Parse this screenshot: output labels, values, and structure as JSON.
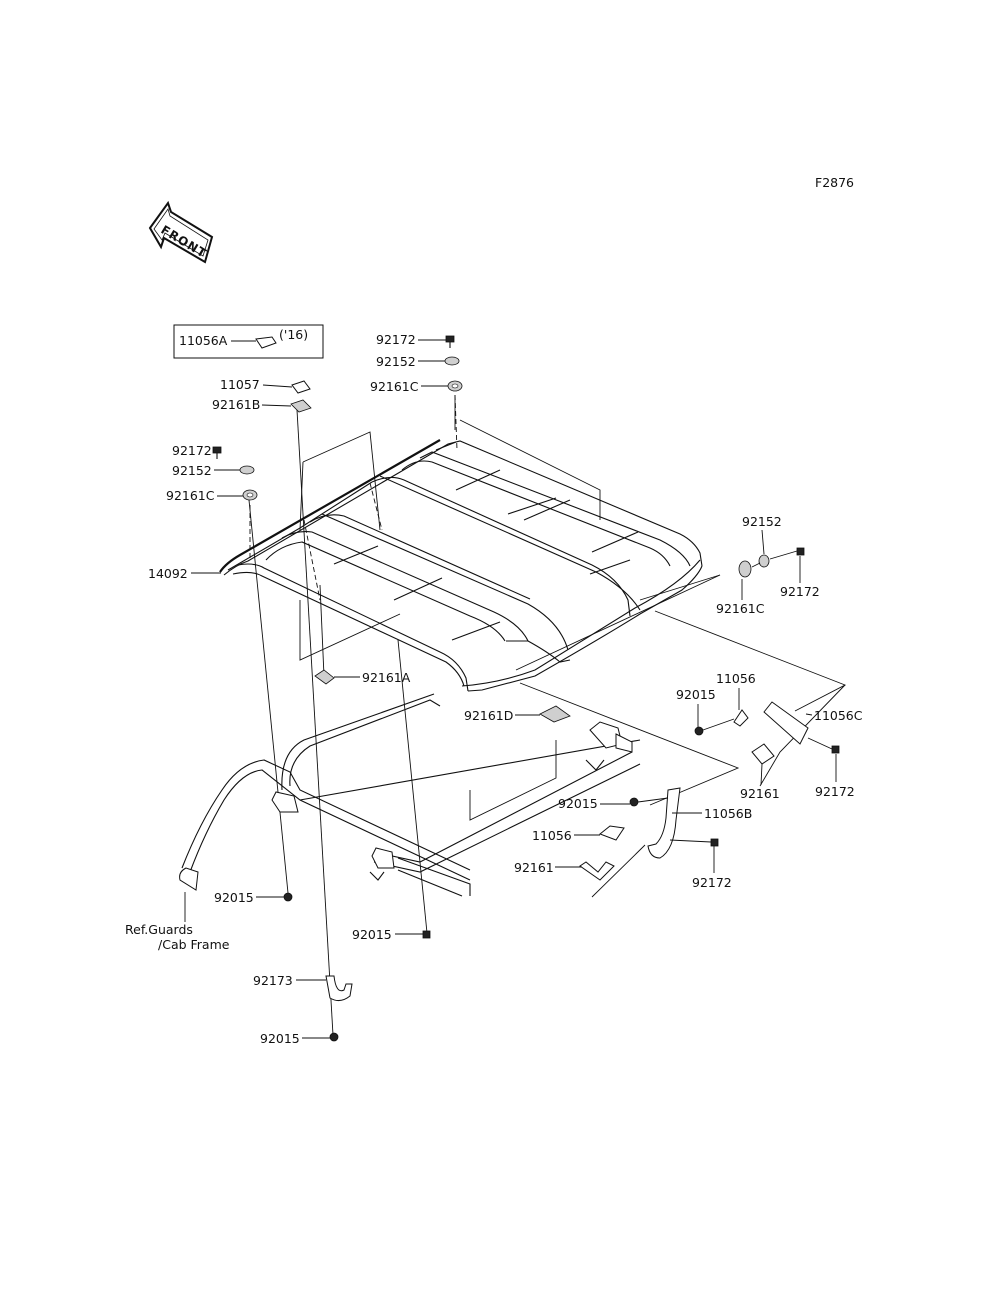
{
  "figure_code": "F2876",
  "front_arrow_text": "FRONT",
  "boxed_note": {
    "part": "11056A",
    "year": "('16)"
  },
  "callouts": [
    {
      "id": "c1",
      "text": "92172"
    },
    {
      "id": "c2",
      "text": "92152"
    },
    {
      "id": "c3",
      "text": "92161C"
    },
    {
      "id": "c4",
      "text": "11057"
    },
    {
      "id": "c5",
      "text": "92161B"
    },
    {
      "id": "c6",
      "text": "92172"
    },
    {
      "id": "c7",
      "text": "92152"
    },
    {
      "id": "c8",
      "text": "92161C"
    },
    {
      "id": "c9",
      "text": "14092"
    },
    {
      "id": "c10",
      "text": "92152"
    },
    {
      "id": "c11",
      "text": "92172"
    },
    {
      "id": "c12",
      "text": "92161C"
    },
    {
      "id": "c13",
      "text": "92161A"
    },
    {
      "id": "c14",
      "text": "11056"
    },
    {
      "id": "c15",
      "text": "92015"
    },
    {
      "id": "c16",
      "text": "11056C"
    },
    {
      "id": "c17",
      "text": "92161D"
    },
    {
      "id": "c18",
      "text": "92161"
    },
    {
      "id": "c19",
      "text": "92172"
    },
    {
      "id": "c20",
      "text": "92015"
    },
    {
      "id": "c21",
      "text": "11056B"
    },
    {
      "id": "c22",
      "text": "11056"
    },
    {
      "id": "c23",
      "text": "92161"
    },
    {
      "id": "c24",
      "text": "92172"
    },
    {
      "id": "c25",
      "text": "92015"
    },
    {
      "id": "c26",
      "text": "92015"
    },
    {
      "id": "c27",
      "text": "92173"
    },
    {
      "id": "c28",
      "text": "92015"
    }
  ],
  "reference_note": {
    "line1": "Ref.Guards",
    "line2": "/Cab Frame"
  }
}
